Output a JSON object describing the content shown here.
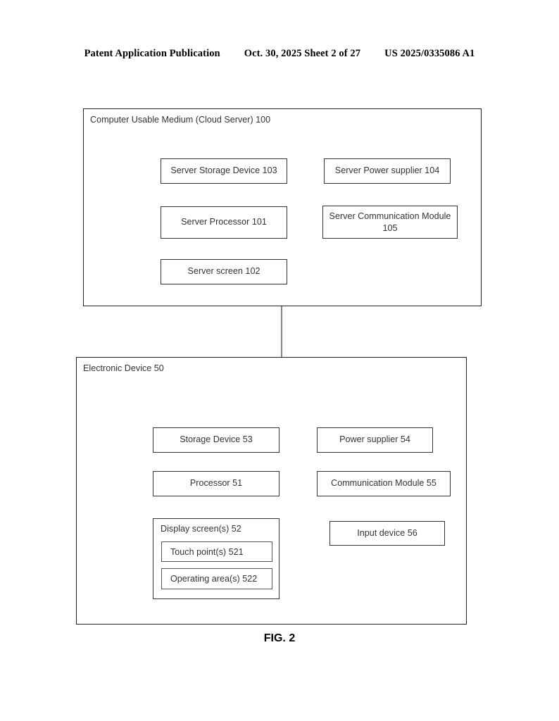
{
  "header": {
    "publication": "Patent Application Publication",
    "sheet": "Oct. 30, 2025  Sheet 2 of 27",
    "document_number": "US 2025/0335086 A1"
  },
  "figure": {
    "caption": "FIG. 2"
  },
  "diagrams": [
    {
      "id": "cloud-server",
      "label": "Computer Usable Medium (Cloud Server) 100",
      "nodes": [
        {
          "id": "server-storage-device",
          "label": "Server Storage Device 103"
        },
        {
          "id": "server-processor",
          "label": "Server Processor 101"
        },
        {
          "id": "server-screen",
          "label": "Server screen 102"
        },
        {
          "id": "server-power-supplier",
          "label": "Server Power supplier 104"
        },
        {
          "id": "server-communication-module",
          "label": "Server Communication Module 105"
        }
      ]
    },
    {
      "id": "electronic-device",
      "label": "Electronic Device 50",
      "nodes": [
        {
          "id": "storage-device",
          "label": "Storage Device 53"
        },
        {
          "id": "processor",
          "label": "Processor 51"
        },
        {
          "id": "display-screen",
          "label": "Display screen(s) 52"
        },
        {
          "id": "touch-points",
          "label": "Touch point(s) 521"
        },
        {
          "id": "operating-areas",
          "label": "Operating area(s) 522"
        },
        {
          "id": "power-supplier",
          "label": "Power supplier 54"
        },
        {
          "id": "communication-module",
          "label": "Communication Module 55"
        },
        {
          "id": "input-device",
          "label": "Input device 56"
        }
      ]
    }
  ]
}
